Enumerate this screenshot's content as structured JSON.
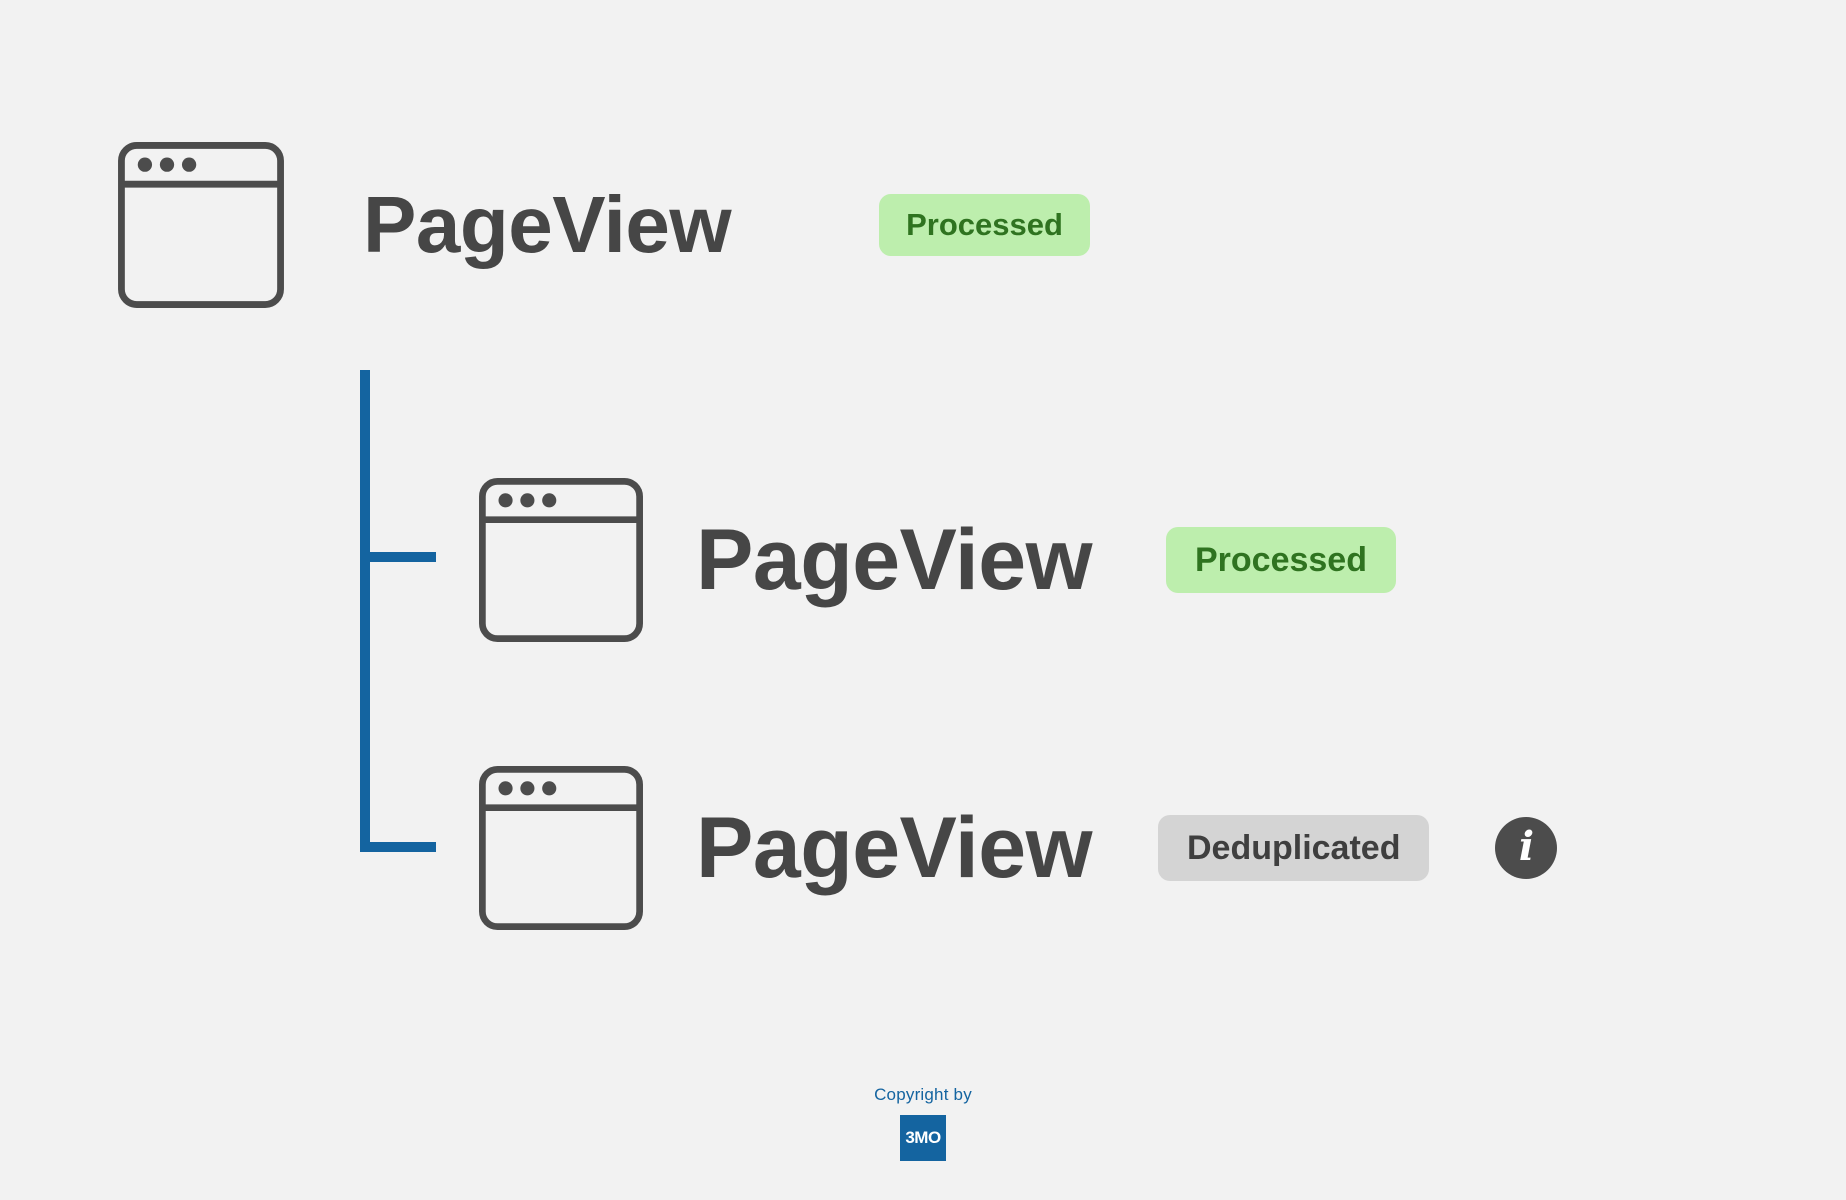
{
  "background_color": "#f2f2f2",
  "accent_color": "#1464a0",
  "tree": {
    "connector_color": "#1464a0",
    "root": {
      "icon": "browser-window-icon",
      "title": "PageView",
      "title_color": "#464646",
      "badge": {
        "label": "Processed",
        "background": "#bdeead",
        "text_color": "#2f7320"
      }
    },
    "children": [
      {
        "icon": "browser-window-icon",
        "title": "PageView",
        "title_color": "#464646",
        "badge": {
          "label": "Processed",
          "background": "#bdeead",
          "text_color": "#2f7320"
        },
        "has_info_icon": false
      },
      {
        "icon": "browser-window-icon",
        "title": "PageView",
        "title_color": "#464646",
        "badge": {
          "label": "Deduplicated",
          "background": "#d4d4d4",
          "text_color": "#3f3f3f"
        },
        "has_info_icon": true,
        "info_icon": {
          "glyph": "i",
          "background": "#4c4c4c",
          "text_color": "#ffffff"
        }
      }
    ]
  },
  "footer": {
    "text": "Copyright by",
    "text_color": "#1464a0",
    "logo_label": "3MO",
    "logo_background": "#1464a0",
    "logo_text_color": "#ffffff"
  }
}
